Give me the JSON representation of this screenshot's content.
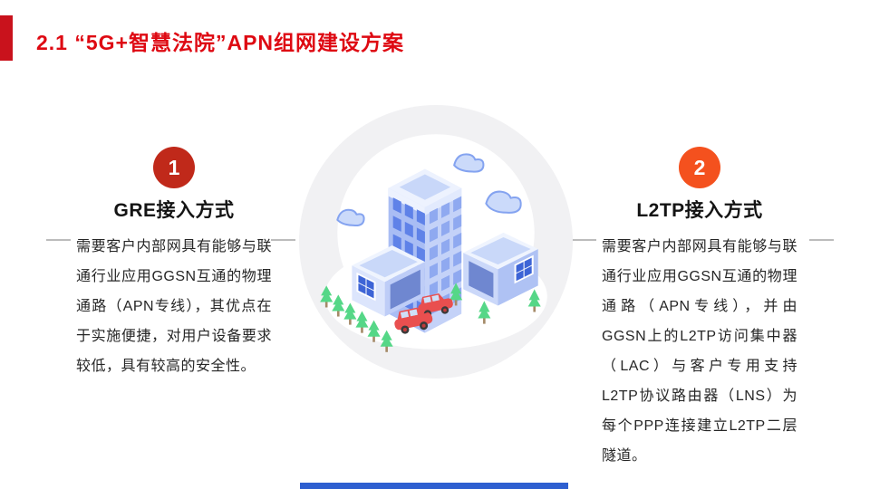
{
  "header": {
    "title": "2.1 “5G+智慧法院”APN组网建设方案",
    "title_color": "#DE0912",
    "accent_bar_color": "#C9121C"
  },
  "sections": [
    {
      "number": "1",
      "badge_color": "#C0291A",
      "heading": "GRE接入方式",
      "body": "需要客户内部网具有能够与联通行业应用GGSN互通的物理通路（APN专线），其优点在于实施便捷，对用户设备要求较低，具有较高的安全性。"
    },
    {
      "number": "2",
      "badge_color": "#F4511E",
      "heading": "L2TP接入方式",
      "body": "需要客户内部网具有能够与联通行业应用GGSN互通的物理通路（APN专线），并由GGSN上的L2TP访问集中器（LAC）与客户专用支持L2TP协议路由器（LNS）为每个PPP连接建立L2TP二层隧道。"
    }
  ],
  "illustration": {
    "name": "isometric-city",
    "elements": [
      "tall office building",
      "two low buildings",
      "pine trees",
      "two red cars",
      "clouds"
    ],
    "circle_color": "#F1F1F3",
    "building_light": "#C4D2F8",
    "building_dark": "#A9BDF4",
    "window_color": "#5F82E8",
    "tree_color": "#55D787",
    "car_color": "#E94F4F",
    "cloud_color": "#CBDAFA"
  },
  "footer": {
    "bar_color": "#2E5FD0"
  }
}
